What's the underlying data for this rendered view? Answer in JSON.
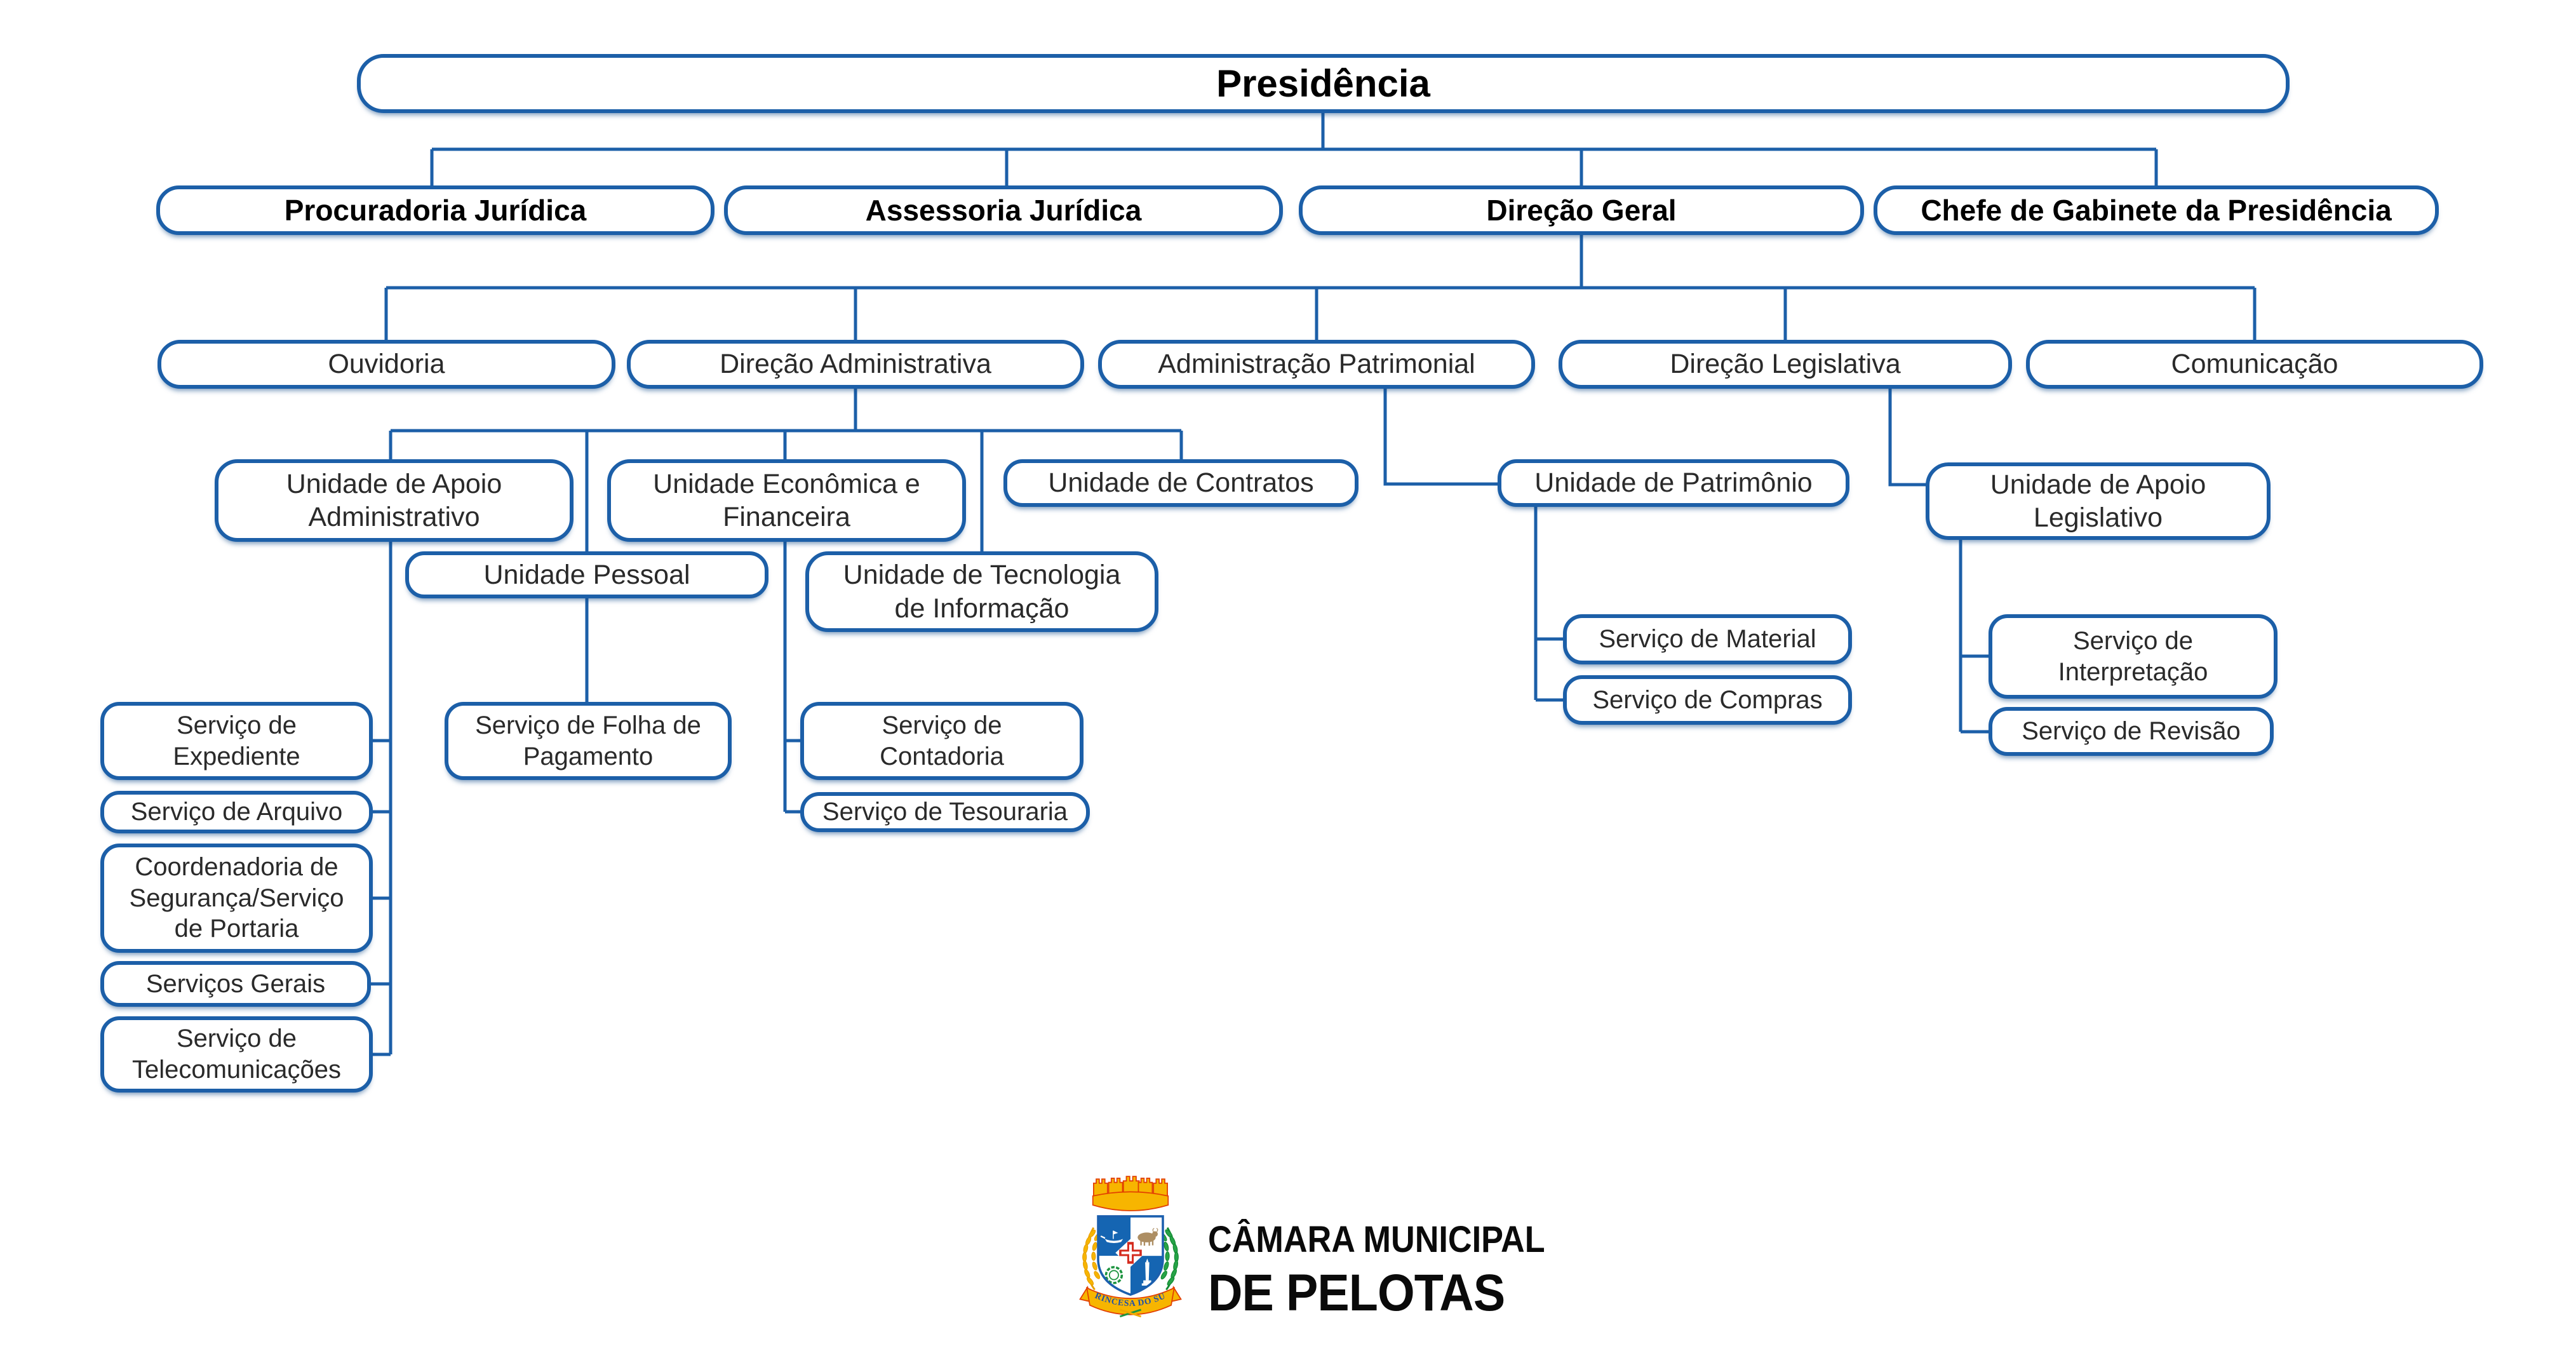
{
  "palette": {
    "line_blue": "#1c5fa8",
    "box_border_blue": "#1c5fa8",
    "bold_text": "#000000",
    "node_text": "#2a2a2a",
    "crest_gold": "#f7b500",
    "crest_red": "#e23f00",
    "crest_blue": "#1565b2",
    "crest_green": "#1d9440"
  },
  "nodes": {
    "presidencia": {
      "label": "Presidência",
      "parent": null
    },
    "procuradoria_juridica": {
      "label": "Procuradoria Jurídica",
      "parent": "Presidência"
    },
    "assessoria_juridica": {
      "label": "Assessoria Jurídica",
      "parent": "Presidência"
    },
    "direcao_geral": {
      "label": "Direção Geral",
      "parent": "Presidência"
    },
    "chefe_gabinete": {
      "label": "Chefe de Gabinete da Presidência",
      "parent": "Presidência"
    },
    "ouvidoria": {
      "label": "Ouvidoria",
      "parent": "Direção Geral"
    },
    "direcao_administrativa": {
      "label": "Direção Administrativa",
      "parent": "Direção Geral"
    },
    "administracao_patrimonial": {
      "label": "Administração Patrimonial",
      "parent": "Direção Geral"
    },
    "direcao_legislativa": {
      "label": "Direção Legislativa",
      "parent": "Direção Geral"
    },
    "comunicacao": {
      "label": "Comunicação",
      "parent": "Direção Geral"
    },
    "unidade_apoio_administrativo": {
      "label": "Unidade de Apoio Administrativo",
      "parent": "Direção Administrativa"
    },
    "unidade_pessoal": {
      "label": "Unidade Pessoal",
      "parent": "Direção Administrativa"
    },
    "unidade_economica_financeira": {
      "label": "Unidade Econômica e Financeira",
      "parent": "Direção Administrativa"
    },
    "unidade_tecnologia_informacao": {
      "label": "Unidade de Tecnologia de Informação",
      "parent": "Direção Administrativa"
    },
    "unidade_contratos": {
      "label": "Unidade de Contratos",
      "parent": "Direção Administrativa"
    },
    "unidade_patrimonio": {
      "label": "Unidade de Patrimônio",
      "parent": "Administração Patrimonial"
    },
    "unidade_apoio_legislativo": {
      "label": "Unidade de Apoio Legislativo",
      "parent": "Direção Legislativa"
    },
    "servico_expediente": {
      "label": "Serviço de Expediente",
      "parent": "Unidade de Apoio Administrativo"
    },
    "servico_arquivo": {
      "label": "Serviço de Arquivo",
      "parent": "Unidade de Apoio Administrativo"
    },
    "coordenadoria_seguranca_portaria": {
      "label": "Coordenadoria de Segurança/Serviço de Portaria",
      "parent": "Unidade de Apoio Administrativo"
    },
    "servicos_gerais": {
      "label": "Serviços Gerais",
      "parent": "Unidade de Apoio Administrativo"
    },
    "servico_telecomunicacoes": {
      "label": "Serviço de Telecomunicações",
      "parent": "Unidade de Apoio Administrativo"
    },
    "servico_folha_pagamento": {
      "label": "Serviço de Folha de Pagamento",
      "parent": "Unidade Pessoal"
    },
    "servico_contadoria": {
      "label": "Serviço de Contadoria",
      "parent": "Unidade Econômica e Financeira"
    },
    "servico_tesouraria": {
      "label": "Serviço de Tesouraria",
      "parent": "Unidade Econômica e Financeira"
    },
    "servico_material": {
      "label": "Serviço de Material",
      "parent": "Unidade de Patrimônio"
    },
    "servico_compras": {
      "label": "Serviço de Compras",
      "parent": "Unidade de Patrimônio"
    },
    "servico_interpretacao": {
      "label": "Serviço de Interpretação",
      "parent": "Unidade de Apoio Legislativo"
    },
    "servico_revisao": {
      "label": "Serviço de Revisão",
      "parent": "Unidade de Apoio Legislativo"
    }
  },
  "logo": {
    "org_name_line1": "CÂMARA MUNICIPAL",
    "org_name_line2": "DE PELOTAS",
    "ribbon_motto": "PRINCESA DO SUL",
    "crest_icon": "pelotas-coat-of-arms-icon"
  }
}
